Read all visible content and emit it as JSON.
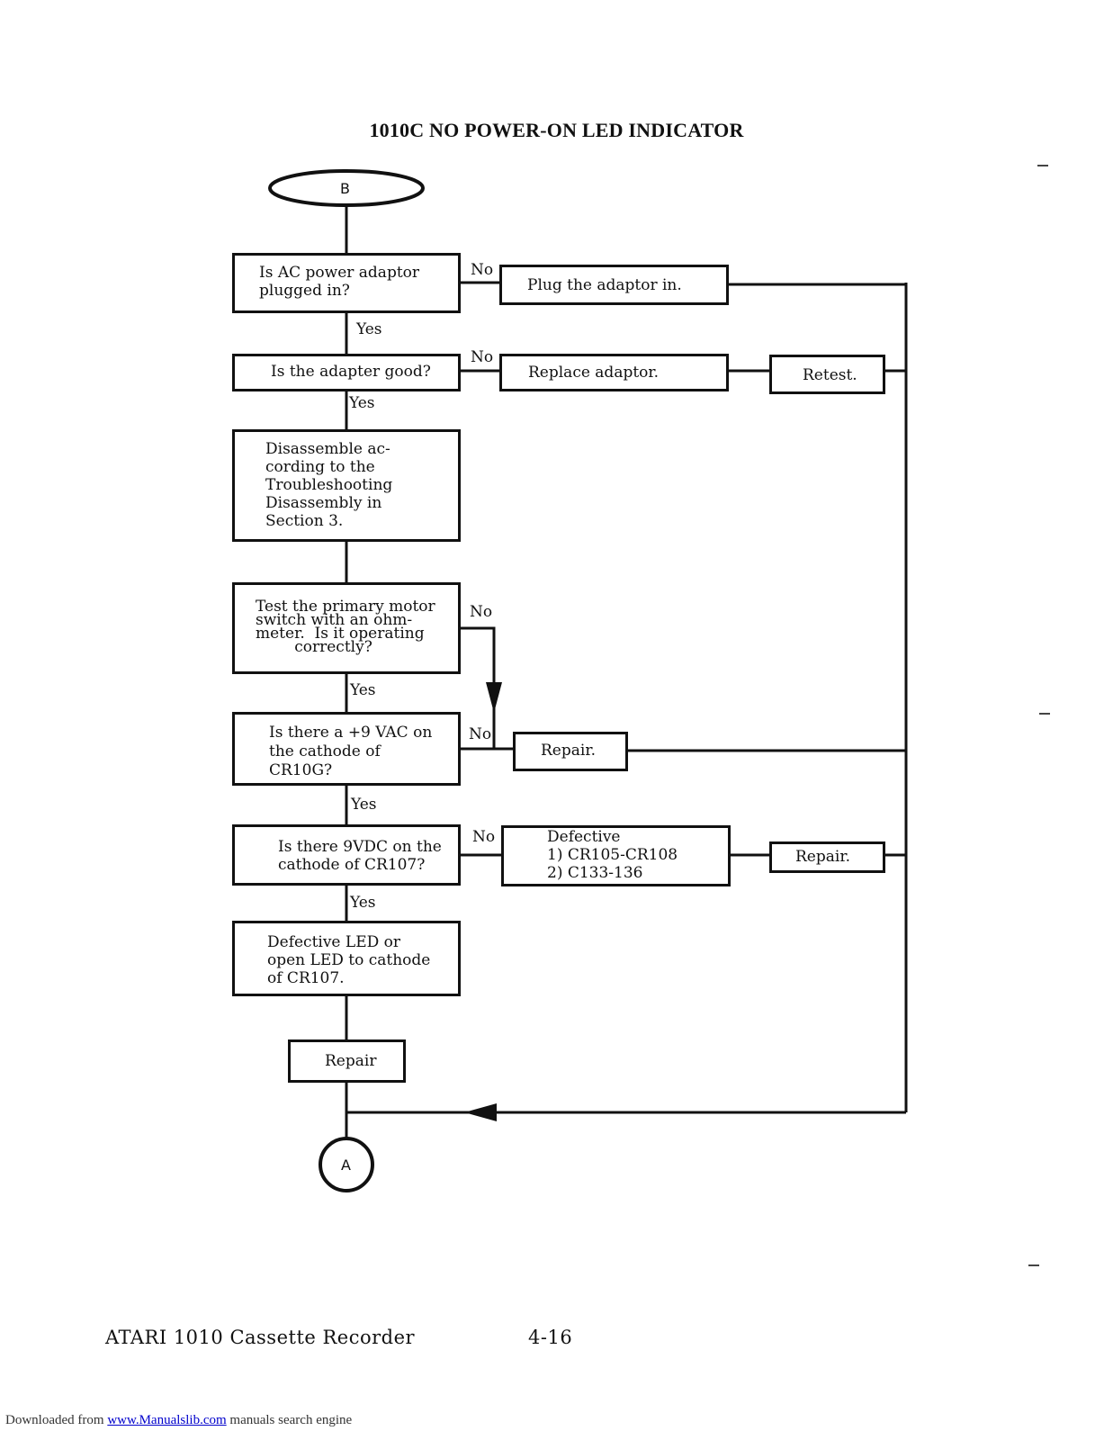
{
  "page": {
    "title": "1010C NO POWER-ON LED INDICATOR",
    "footer_left": "ATARI 1010 Cassette Recorder",
    "footer_page": "4-16",
    "download_prefix": "Downloaded from",
    "download_link": "www.Manualslib.com",
    "download_suffix": "manuals search engine"
  },
  "flow": {
    "start_connector": "B",
    "end_connector": "A",
    "q_ac": "Is AC power adaptor\nplugged in?",
    "plug_in": "Plug the adaptor in.",
    "q_adapter": "Is the adapter good?",
    "replace": "Replace adaptor.",
    "retest": "Retest.",
    "disassemble": "Disassemble ac-\ncording to the\nTroubleshooting\nDisassembly in\nSection 3.",
    "q_switch": "Test the primary motor\nswitch with an ohm-\nmeter.  Is it operating\n        correctly?",
    "q_9vac": "Is there a +9 VAC on\nthe cathode of\nCR10G?",
    "repair1": "Repair.",
    "q_9vdc": "Is there 9VDC on the\ncathode of CR107?",
    "defective": "Defective\n1) CR105-CR108\n2) C133-136",
    "repair2": "Repair.",
    "led": "Defective LED or\nopen LED to cathode\nof CR107.",
    "repair3": "Repair",
    "no": "No",
    "yes": "Yes"
  }
}
